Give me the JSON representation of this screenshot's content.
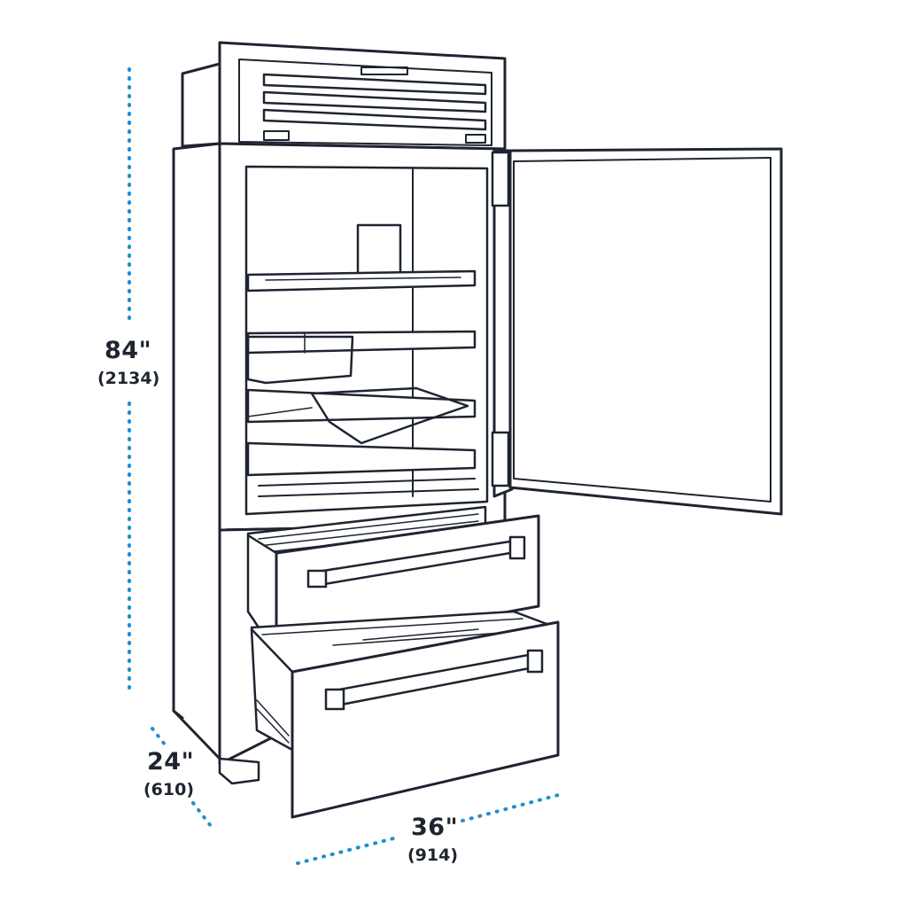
{
  "dimensions": {
    "height": {
      "main": "84\"",
      "sub": "(2134)"
    },
    "depth": {
      "main": "24\"",
      "sub": "(610)"
    },
    "width": {
      "main": "36\"",
      "sub": "(914)"
    }
  },
  "colors": {
    "line": "#1e2430",
    "dotted_guide": "#1f8fd0",
    "background": "#ffffff"
  }
}
